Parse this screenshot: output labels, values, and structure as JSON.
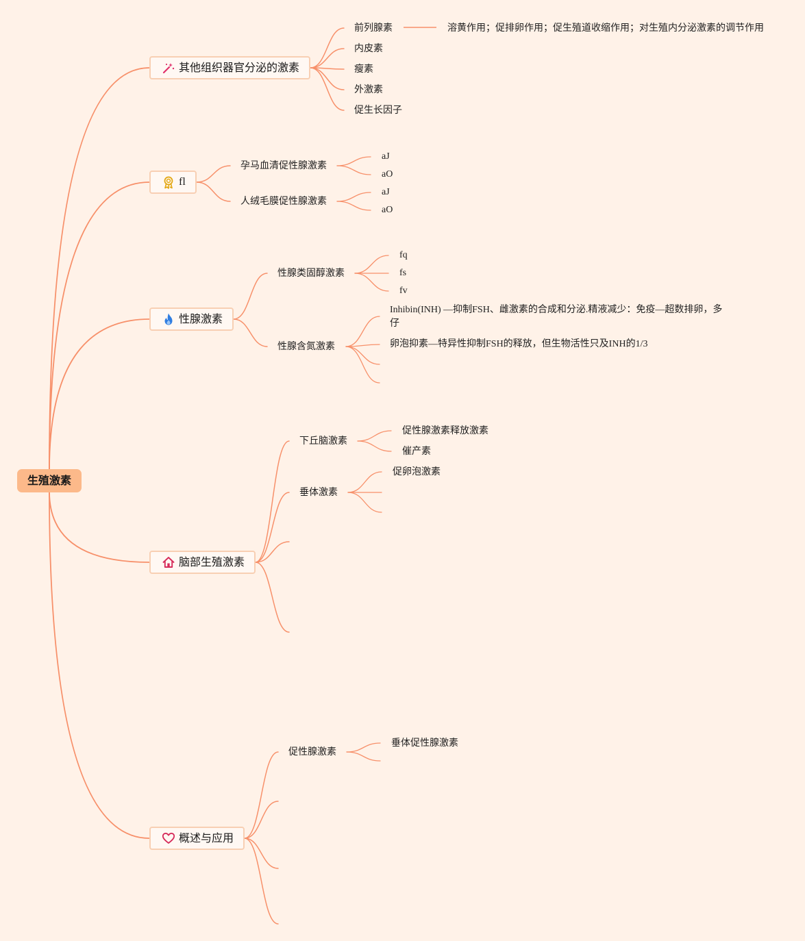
{
  "root": {
    "label": "生殖激素"
  },
  "branches": {
    "other": {
      "label": "其他组织器官分泌的激素",
      "icon": "magic-wand-icon",
      "items": [
        "前列腺素",
        "内皮素",
        "瘦素",
        "外激素",
        "促生长因子"
      ],
      "prostaglandin_note": "溶黄作用；促排卵作用；促生殖道收缩作用；对生殖内分泌激素的调节作用"
    },
    "placental": {
      "label": "fl",
      "icon": "award-ribbon-icon",
      "items": [
        {
          "label": "孕马血清促性腺激素",
          "children": [
            "aJ",
            "aO"
          ]
        },
        {
          "label": "人绒毛膜促性腺激素",
          "children": [
            "aJ",
            "aO"
          ]
        }
      ]
    },
    "gonadal": {
      "label": "性腺激素",
      "icon": "flame-icon",
      "items": [
        {
          "label": "性腺类固醇激素",
          "children": [
            "fq",
            "fs",
            "fv"
          ]
        },
        {
          "label": "性腺含氮激素",
          "children": [
            "Inhibin(INH) —抑制FSH、雌激素的合成和分泌.精液减少：免疫—超数排卵，多仔",
            "卵泡抑素—特异性抑制FSH的释放，但生物活性只及INH的1/3"
          ]
        }
      ]
    },
    "brain": {
      "label": "脑部生殖激素",
      "icon": "home-icon",
      "items": [
        {
          "label": "下丘脑激素",
          "children": [
            "促性腺激素释放激素",
            "催产素"
          ]
        },
        {
          "label": "垂体激素",
          "children": [
            "促卵泡激素"
          ]
        }
      ]
    },
    "overview": {
      "label": "概述与应用",
      "icon": "heart-icon",
      "items": [
        {
          "label": "促性腺激素",
          "children": [
            "垂体促性腺激素"
          ]
        }
      ]
    }
  },
  "colors": {
    "background": "#fff2e8",
    "link": "#f7906a",
    "root_fill": "#fcb98a",
    "branch_border": "#f8cfb3"
  }
}
